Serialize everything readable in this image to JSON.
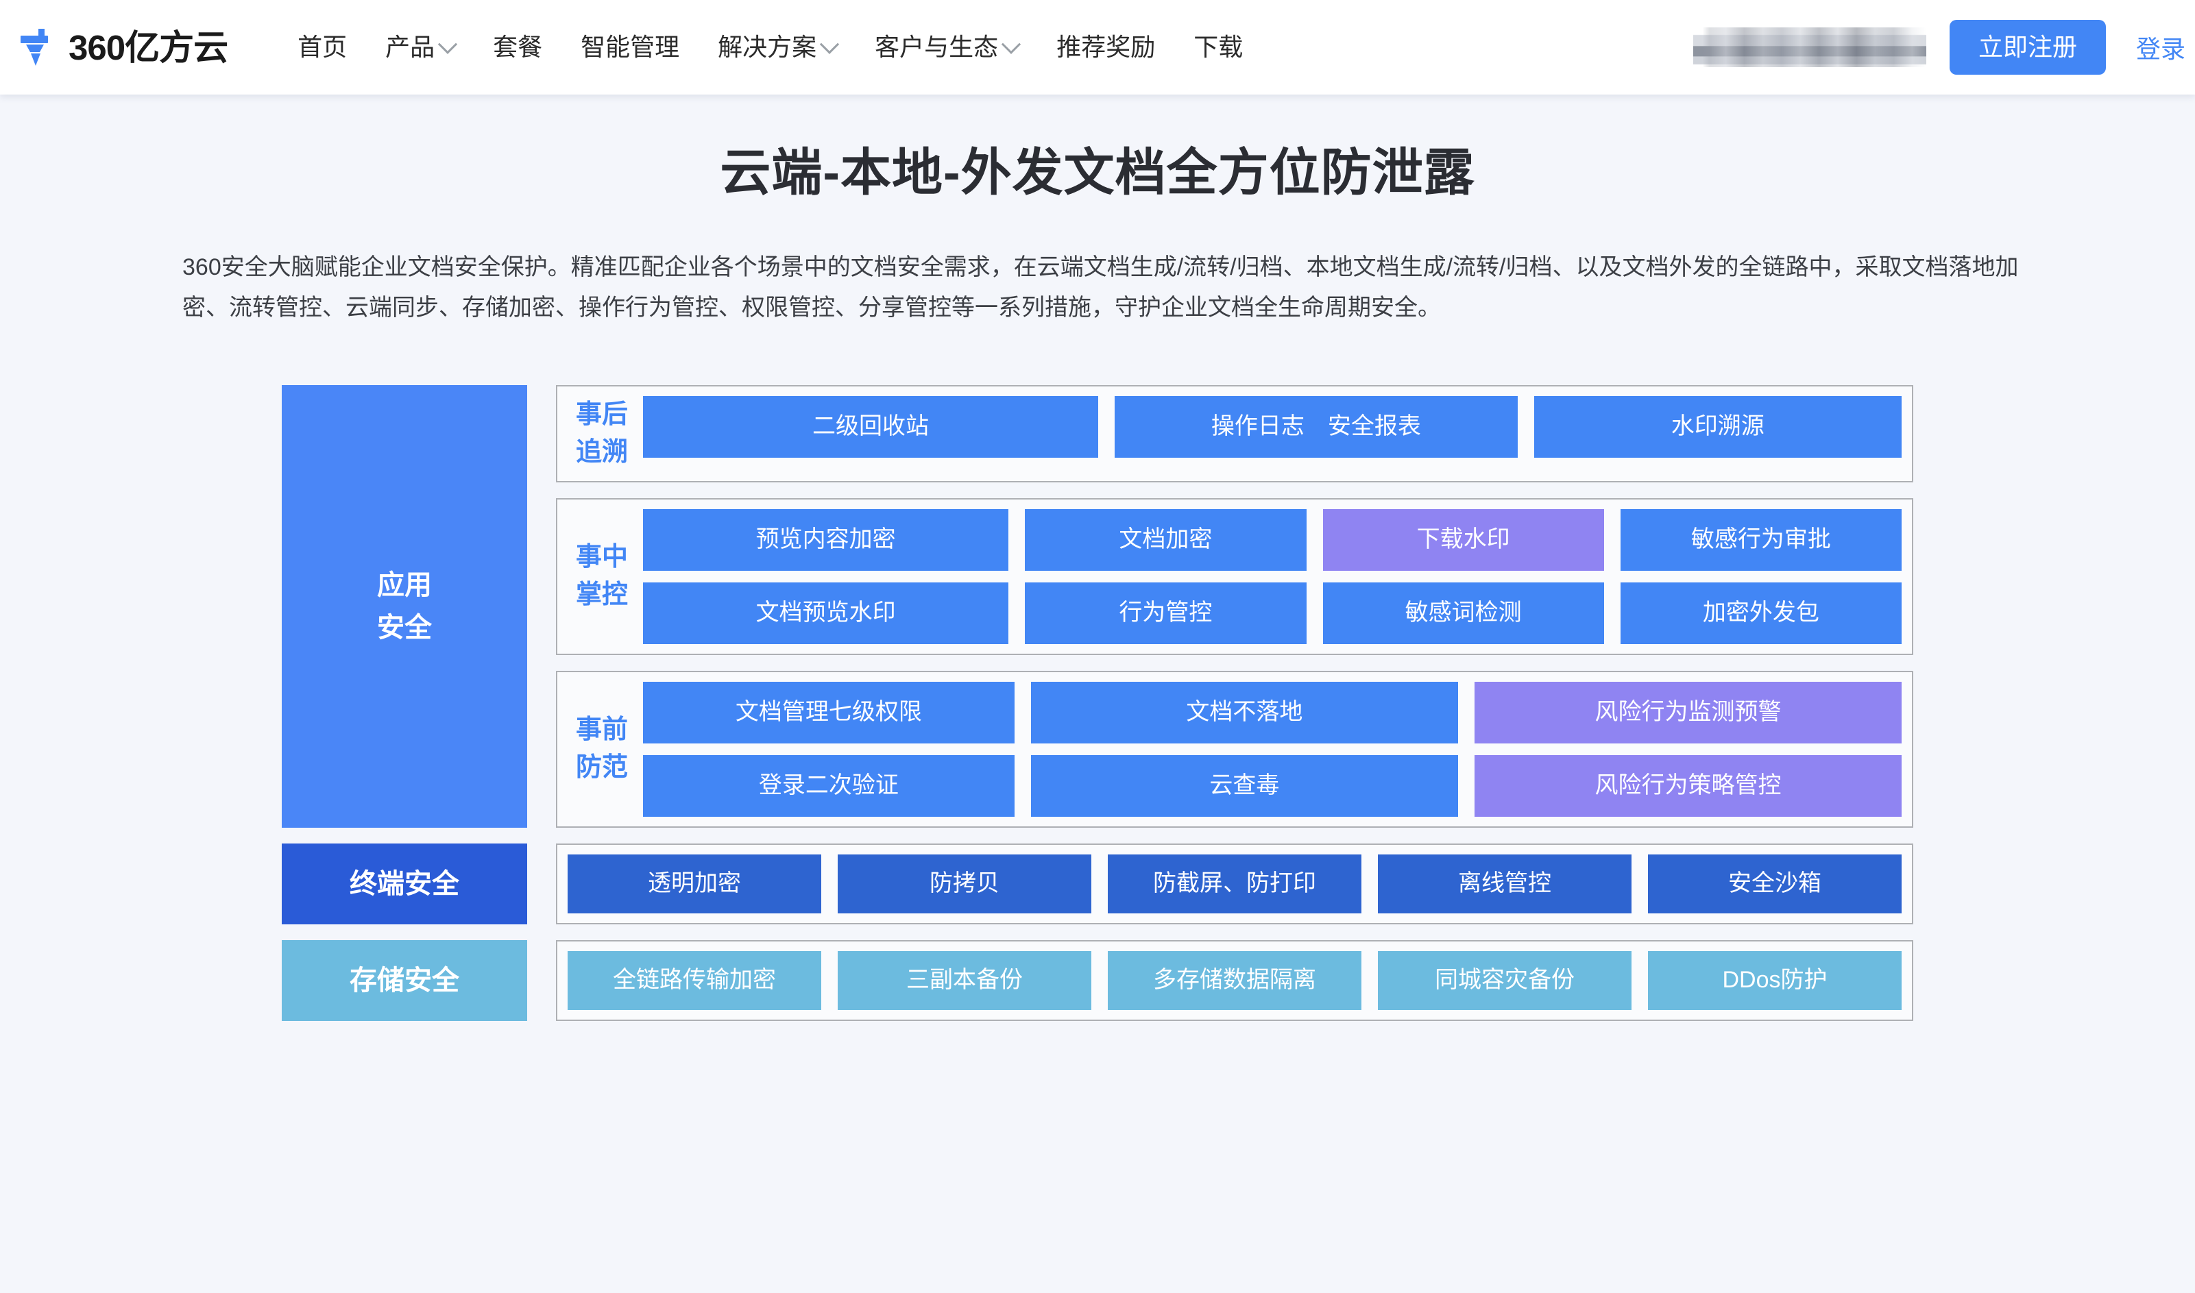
{
  "header": {
    "logo_text": "360亿方云",
    "logo_icon": "nib-logo-icon",
    "nav": [
      {
        "label": "首页",
        "has_caret": false
      },
      {
        "label": "产品",
        "has_caret": true
      },
      {
        "label": "套餐",
        "has_caret": false
      },
      {
        "label": "智能管理",
        "has_caret": false
      },
      {
        "label": "解决方案",
        "has_caret": true
      },
      {
        "label": "客户与生态",
        "has_caret": true
      },
      {
        "label": "推荐奖励",
        "has_caret": false
      },
      {
        "label": "下载",
        "has_caret": false
      }
    ],
    "register_label": "立即注册",
    "login_label": "登录",
    "accent_color": "#4286f5"
  },
  "hero": {
    "title": "云端-本地-外发文档全方位防泄露",
    "description": "360安全大脑赋能企业文档安全保护。精准匹配企业各个场景中的文档安全需求，在云端文档生成/流转/归档、本地文档生成/流转/归档、以及文档外发的全链路中，采取文档落地加密、流转管控、云端同步、存储加密、操作行为管控、权限管控、分享管控等一系列措施，守护企业文档全生命周期安全。"
  },
  "diagram": {
    "colors": {
      "blue": "#4286f5",
      "dark_blue": "#2e64d0",
      "purple": "#8f84f2",
      "light_blue": "#6cbbdf",
      "panel_border": "#aeb0b4",
      "panel_bg": "#fafbfd"
    },
    "rows": [
      {
        "label": "应用\n安全",
        "label_color": "#4a86f7",
        "panels": [
          {
            "tag": "事后\n追溯",
            "tile_rows": [
              [
                {
                  "label": "二级回收站",
                  "color": "blue",
                  "grow": "g13"
                },
                {
                  "label": "操作日志　安全报表",
                  "color": "blue",
                  "grow": "g115"
                },
                {
                  "label": "水印溯源",
                  "color": "blue",
                  "grow": "g105"
                }
              ]
            ]
          },
          {
            "tag": "事中\n掌控",
            "tile_rows": [
              [
                {
                  "label": "预览内容加密",
                  "color": "blue",
                  "grow": "g13"
                },
                {
                  "label": "文档加密",
                  "color": "blue",
                  "grow": "g1"
                },
                {
                  "label": "下载水印",
                  "color": "purple",
                  "grow": "g1"
                },
                {
                  "label": "敏感行为审批",
                  "color": "blue",
                  "grow": "g1"
                }
              ],
              [
                {
                  "label": "文档预览水印",
                  "color": "blue",
                  "grow": "g13"
                },
                {
                  "label": "行为管控",
                  "color": "blue",
                  "grow": "g1"
                },
                {
                  "label": "敏感词检测",
                  "color": "blue",
                  "grow": "g1"
                },
                {
                  "label": "加密外发包",
                  "color": "blue",
                  "grow": "g1"
                }
              ]
            ]
          },
          {
            "tag": "事前\n防范",
            "tile_rows": [
              [
                {
                  "label": "文档管理七级权限",
                  "color": "blue",
                  "grow": "g1"
                },
                {
                  "label": "文档不落地",
                  "color": "blue",
                  "grow": "g115"
                },
                {
                  "label": "风险行为监测预警",
                  "color": "purple",
                  "grow": "g115"
                }
              ],
              [
                {
                  "label": "登录二次验证",
                  "color": "blue",
                  "grow": "g1"
                },
                {
                  "label": "云查毒",
                  "color": "blue",
                  "grow": "g115"
                },
                {
                  "label": "风险行为策略管控",
                  "color": "purple",
                  "grow": "g115"
                }
              ]
            ]
          }
        ]
      },
      {
        "label": "终端安全",
        "label_color": "#2a5bd7",
        "panels": [
          {
            "tag": "",
            "tile_rows": [
              [
                {
                  "label": "透明加密",
                  "color": "dblue",
                  "grow": "g1"
                },
                {
                  "label": "防拷贝",
                  "color": "dblue",
                  "grow": "g1"
                },
                {
                  "label": "防截屏、防打印",
                  "color": "dblue",
                  "grow": "g1"
                },
                {
                  "label": "离线管控",
                  "color": "dblue",
                  "grow": "g1"
                },
                {
                  "label": "安全沙箱",
                  "color": "dblue",
                  "grow": "g1"
                }
              ]
            ]
          }
        ]
      },
      {
        "label": "存储安全",
        "label_color": "#6cbbdf",
        "panels": [
          {
            "tag": "",
            "tile_rows": [
              [
                {
                  "label": "全链路传输加密",
                  "color": "lblue",
                  "grow": "g1"
                },
                {
                  "label": "三副本备份",
                  "color": "lblue",
                  "grow": "g1"
                },
                {
                  "label": "多存储数据隔离",
                  "color": "lblue",
                  "grow": "g1"
                },
                {
                  "label": "同城容灾备份",
                  "color": "lblue",
                  "grow": "g1"
                },
                {
                  "label": "DDos防护",
                  "color": "lblue",
                  "grow": "g1"
                }
              ]
            ]
          }
        ]
      }
    ]
  }
}
